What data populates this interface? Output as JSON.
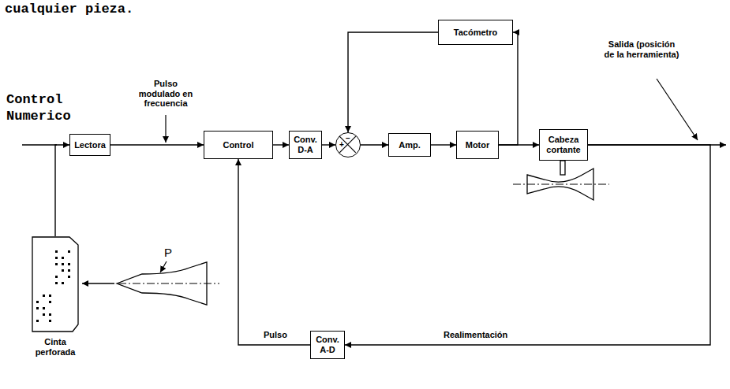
{
  "diagram": {
    "nodes": [
      {
        "text": [
          "Lectora"
        ]
      },
      {
        "text": [
          "Control"
        ]
      },
      {
        "text": [
          "Conv. D-A"
        ]
      },
      {
        "text": [
          "+",
          "−"
        ]
      },
      {
        "text": [
          "Amp."
        ]
      },
      {
        "text": [
          "Motor"
        ]
      },
      {
        "text": [
          "Cabeza cortante"
        ]
      },
      {
        "text": [
          "Tacómetro"
        ]
      },
      {
        "text": [
          "Conv. A-D"
        ]
      },
      {
        "text": [
          "Cinta perforada"
        ]
      }
    ],
    "edges": [
      {
        "from": 9,
        "to": 0,
        "arrow": "to"
      },
      {
        "from": 0,
        "to": 1,
        "arrow": "to"
      },
      {
        "from": 1,
        "to": 2,
        "arrow": "to"
      },
      {
        "from": 2,
        "to": 3,
        "arrow": "to"
      },
      {
        "from": 3,
        "to": 4,
        "arrow": "to"
      },
      {
        "from": 4,
        "to": 5,
        "arrow": "to"
      },
      {
        "from": 5,
        "to": 6,
        "arrow": "to"
      },
      {
        "from": 5,
        "to": 7,
        "arrow": "to"
      },
      {
        "from": 7,
        "to": 3,
        "arrow": "to"
      },
      {
        "from": 6,
        "to": 8,
        "label": "Realimentación",
        "arrow": "to"
      },
      {
        "from": 8,
        "to": 1,
        "label": "Pulso",
        "arrow": "to"
      }
    ],
    "labels": [
      "cualquier pieza.",
      "Control Numerico",
      "Pulso modulado en frecuencia",
      "Salida (posición de la herramienta)",
      "P"
    ]
  }
}
